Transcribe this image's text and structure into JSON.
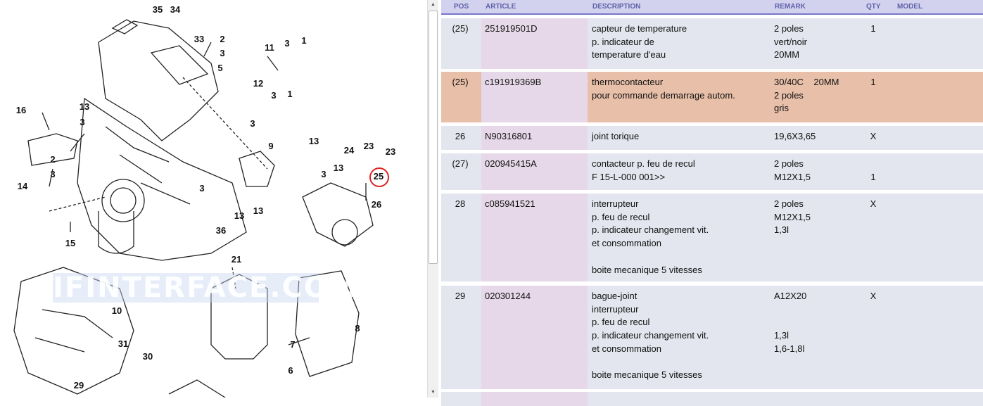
{
  "diagram": {
    "watermark": "IFINTERFACE.COM",
    "highlighted": "25",
    "callouts": [
      "35",
      "34",
      "33",
      "2",
      "3",
      "11",
      "3",
      "1",
      "5",
      "12",
      "3",
      "1",
      "16",
      "13",
      "3",
      "13",
      "3",
      "9",
      "2",
      "3",
      "14",
      "15",
      "24",
      "23",
      "23",
      "25",
      "13",
      "3",
      "26",
      "3",
      "36",
      "13",
      "13",
      "10",
      "21",
      "8",
      "7",
      "6",
      "31",
      "30",
      "29"
    ]
  },
  "table": {
    "headers": {
      "pos": "POS",
      "article": "ARTICLE",
      "description": "DESCRIPTION",
      "remark": "REMARK",
      "qty": "QTY",
      "model": "MODEL"
    },
    "rows": [
      {
        "pos": "(25)",
        "article": "251919501D",
        "description": "capteur de temperature\np. indicateur de\ntemperature d'eau",
        "remark": "2 poles\nvert/noir\n20MM",
        "qty": "1"
      },
      {
        "pos": "(25)",
        "article": "c191919369B",
        "description": "thermocontacteur\npour commande demarrage autom.",
        "remark": "30/40C    20MM\n2 poles\ngris",
        "qty": "1"
      },
      {
        "pos": "26",
        "article": "N90316801",
        "description": "joint torique",
        "remark": "19,6X3,65",
        "qty": "X"
      },
      {
        "pos": "(27)",
        "article": "020945415A",
        "description": "contacteur p. feu de recul\nF 15-L-000 001>>",
        "remark": "2 poles\nM12X1,5",
        "qty": "\n1"
      },
      {
        "pos": "28",
        "article": "c085941521",
        "description": "interrupteur\np. feu de recul\np. indicateur changement vit.\net consommation\n\nboite mecanique 5 vitesses",
        "remark": "2 poles\nM12X1,5\n1,3l",
        "qty": "X"
      },
      {
        "pos": "29",
        "article": "020301244",
        "description": "bague-joint\ninterrupteur\np. feu de recul\np. indicateur changement vit.\net consommation\n\nboite mecanique 5 vitesses",
        "remark": "A12X20\n\n\n1,3l\n1,6-1,8l",
        "qty": "X"
      },
      {
        "pos": "",
        "article": "",
        "description": "",
        "remark": "",
        "qty": ""
      }
    ]
  }
}
